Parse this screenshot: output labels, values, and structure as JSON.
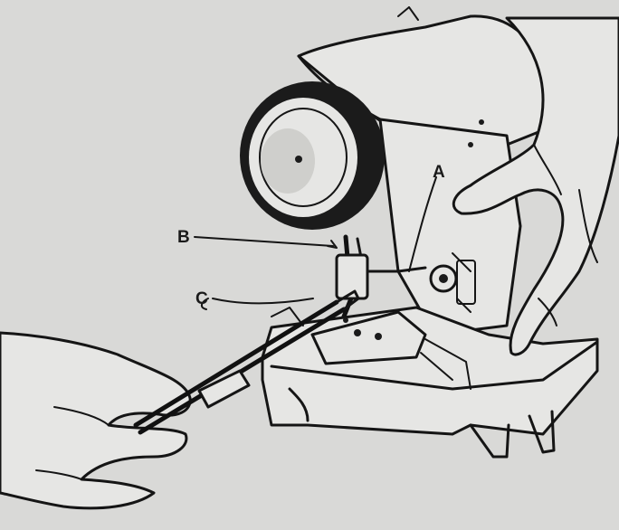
{
  "figure": {
    "colors": {
      "ink": "#151515",
      "paper": "#e6e6e4",
      "background": "#d9d9d7"
    },
    "callouts": [
      {
        "id": "A",
        "label": "A"
      },
      {
        "id": "B",
        "label": "B"
      },
      {
        "id": "C",
        "label": "C"
      }
    ]
  }
}
